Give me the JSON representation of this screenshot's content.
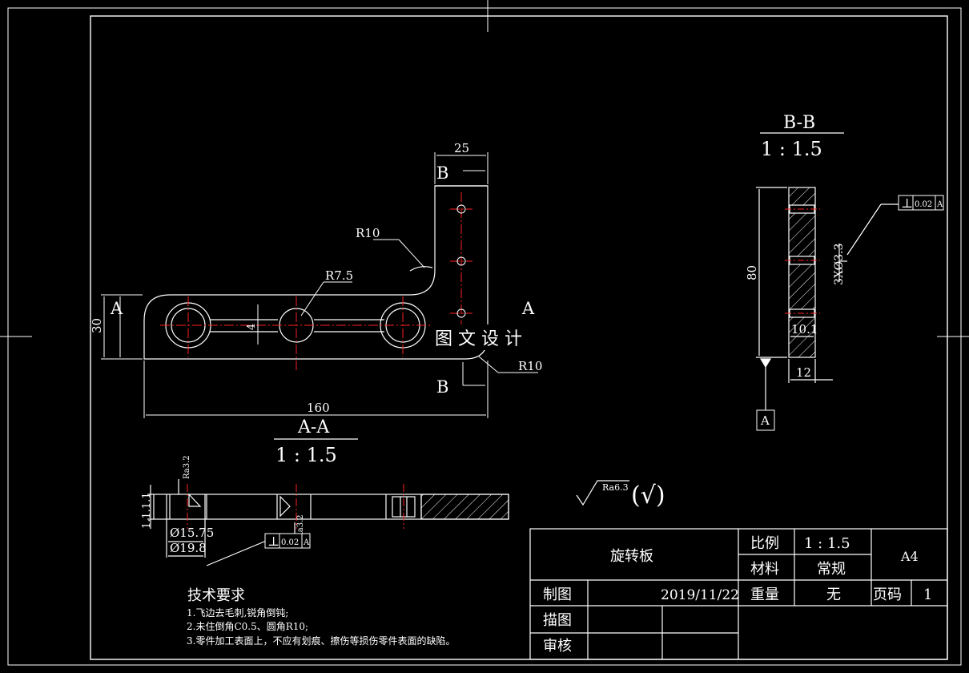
{
  "colors": {
    "background": "#000000",
    "line": "#ffffff",
    "centerline": "#ff2020",
    "hatch": "#ffffff"
  },
  "main_view": {
    "dim_width_top": "25",
    "dim_length": "160",
    "dim_height": "30",
    "dim_slot": "4",
    "radius_top": "R10",
    "radius_hole": "R7.5",
    "radius_corner": "R10",
    "section_mark_a": "A",
    "section_mark_b": "B"
  },
  "watermark": "图 文 设 计",
  "section_aa": {
    "title": "A-A",
    "scale": "1 : 1.5",
    "dim_d1": "Ø15.75",
    "dim_d2": "Ø19.8",
    "dim_step": "1.1.1.1",
    "roughness_1": "Ra3.2",
    "roughness_2": "Ra3.2",
    "tolerance_symbol": "⊥",
    "tolerance_value": "0.02",
    "tolerance_ref": "A"
  },
  "section_bb": {
    "title": "B-B",
    "scale": "1 : 1.5",
    "dim_height": "80",
    "dim_holes": "3XØ3.3",
    "dim_depth": "10.1",
    "dim_width": "12",
    "tolerance_symbol": "⊥",
    "tolerance_value": "0.02",
    "tolerance_ref": "A",
    "datum": "A"
  },
  "general_roughness": {
    "value": "Ra6.3",
    "other": "(√)"
  },
  "tech_requirements": {
    "title": "技术要求",
    "items": [
      "1.飞边去毛刺,锐角倒钝;",
      "2.未住倒角C0.5、圆角R10;",
      "3.零件加工表面上，不应有划痕、擦伤等损伤零件表面的缺陷。"
    ]
  },
  "title_block": {
    "part_name": "旋转板",
    "scale_label": "比例",
    "scale_value": "1 : 1.5",
    "material_label": "材料",
    "material_value": "常规",
    "size": "A4",
    "drawn_label": "制图",
    "date": "2019/11/22",
    "weight_label": "重量",
    "weight_value": "无",
    "page_label": "页码",
    "page_value": "1",
    "trace_label": "描图",
    "review_label": "审核"
  }
}
